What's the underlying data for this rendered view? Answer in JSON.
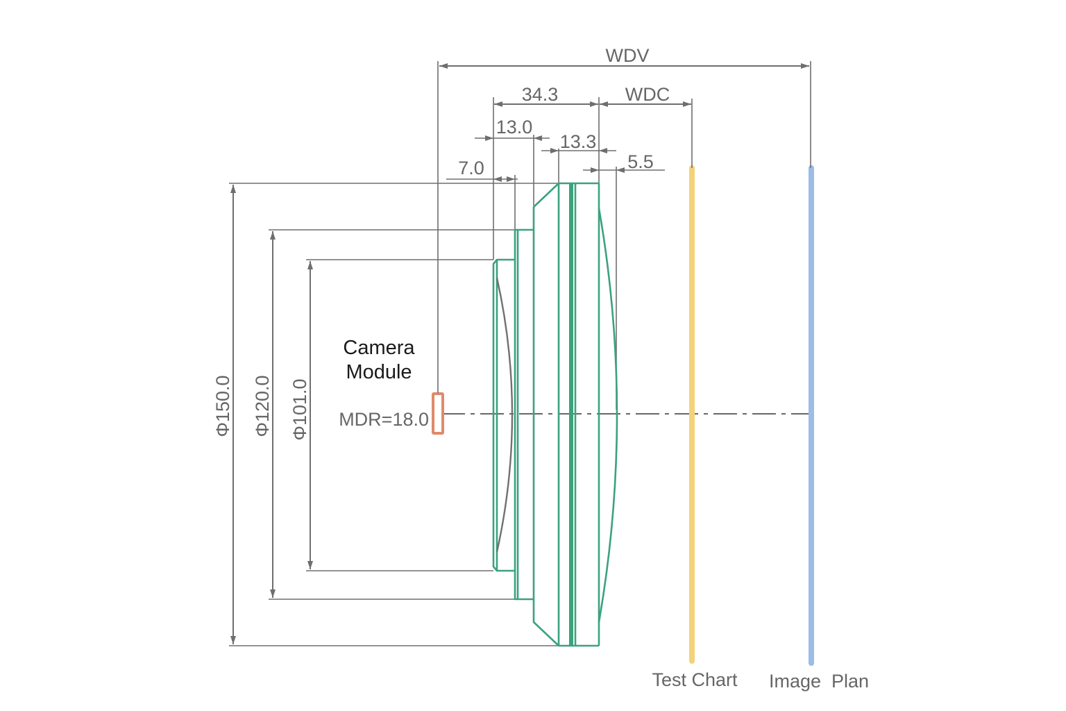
{
  "labels": {
    "wdv": "WDV",
    "wdc": "WDC",
    "dim_34_3": "34.3",
    "dim_13_0": "13.0",
    "dim_13_3": "13.3",
    "dim_7_0": "7.0",
    "dim_5_5": "5.5",
    "dia_150": "Φ150.0",
    "dia_120": "Φ120.0",
    "dia_101": "Φ101.0",
    "camera_line1": "Camera",
    "camera_line2": "Module",
    "mdr": "MDR=18.0",
    "test_chart": "Test Chart",
    "image_plan": "Image  Plan"
  },
  "colors": {
    "lens": "#3aa27e",
    "dimension": "#6e6e6e",
    "camera_sensor": "#e08a6b",
    "test_chart": "#f3d27a",
    "image_plan": "#9bbde6"
  }
}
